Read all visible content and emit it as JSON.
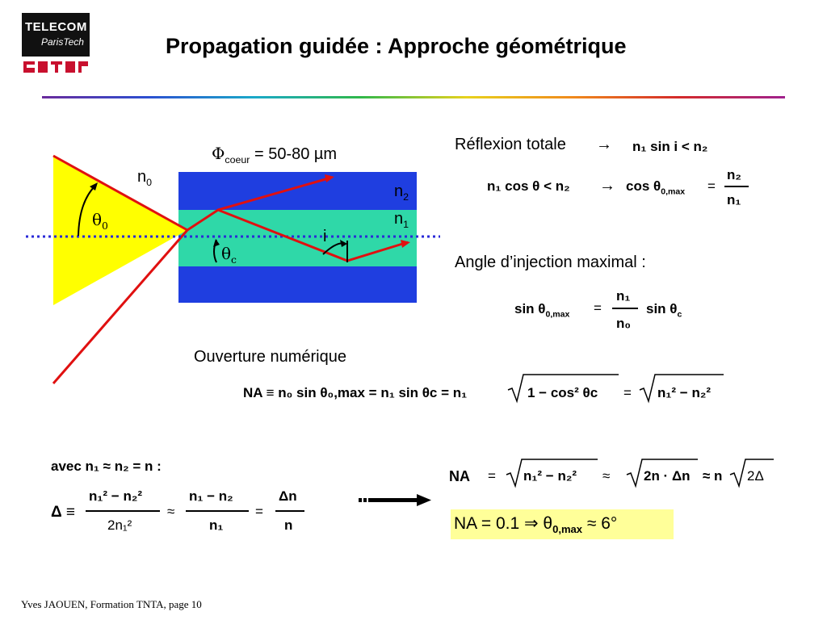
{
  "logo": {
    "line1": "TELECOM",
    "line2": "ParisTech"
  },
  "title": "Propagation guidée : Approche géométrique",
  "diagram": {
    "phi_coeur_prefix": "Φ",
    "phi_coeur_sub": "coeur",
    "phi_coeur_value": " = 50-80 µm",
    "n0": "n",
    "n0_sub": "0",
    "n2": "n",
    "n2_sub": "2",
    "n1": "n",
    "n1_sub": "1",
    "theta0": "θ",
    "theta0_sub": "0",
    "thetac": "θ",
    "thetac_sub": "c",
    "i": "i",
    "colors": {
      "cladding": "#1f3ee0",
      "core": "#2fd8a8",
      "cone": "#ffff00",
      "ray": "#e01010",
      "axis": "#2a2ad8"
    }
  },
  "reflexion": {
    "label": "Réflexion totale",
    "arrow": "→",
    "eq1": "n₁ sin i  <  n₂",
    "eq2_left": "n₁ cos θ  <  n₂",
    "eq2_arrow": "→",
    "eq2_cos": "cos θ",
    "eq2_sub": "0,max",
    "eq2_eq": "=",
    "eq2_num": "n₂",
    "eq2_den": "n₁"
  },
  "angle": {
    "label": "Angle d’injection maximal :",
    "sin": "sin θ",
    "sub": "0,max",
    "eq": "=",
    "num": "n₁",
    "den": "n₀",
    "right": "sin θ",
    "right_sub": "c"
  },
  "ouverture": {
    "label": "Ouverture numérique",
    "eq": "NA ≡ n₀ sin θ₀,max  = n₁ sin θc  = n₁",
    "rad1": "1 − cos² θc",
    "eq2": "=",
    "rad2": "n₁² − n₂²"
  },
  "avec": {
    "label": "avec n₁ ≈ n₂ = n :",
    "delta": "Δ ≡",
    "f1_num": "n₁² − n₂²",
    "f1_den": "2n₁²",
    "approx": "≈",
    "f2_num": "n₁ − n₂",
    "f2_den": "n₁",
    "eq": "=",
    "f3_num": "Δn",
    "f3_den": "n"
  },
  "na_result": {
    "na": "NA",
    "eq": "=",
    "rad1": "n₁² − n₂²",
    "approx1": "≈",
    "rad2": "2n · Δn",
    "approx2": "≈ n",
    "rad3": "2Δ"
  },
  "na_box": {
    "text": "NA = 0.1  ⇒  θ",
    "sub": "0,max",
    "tail": " ≈ 6°"
  },
  "footer": {
    "text": "Yves JAOUEN, Formation TNTA, page  10"
  }
}
